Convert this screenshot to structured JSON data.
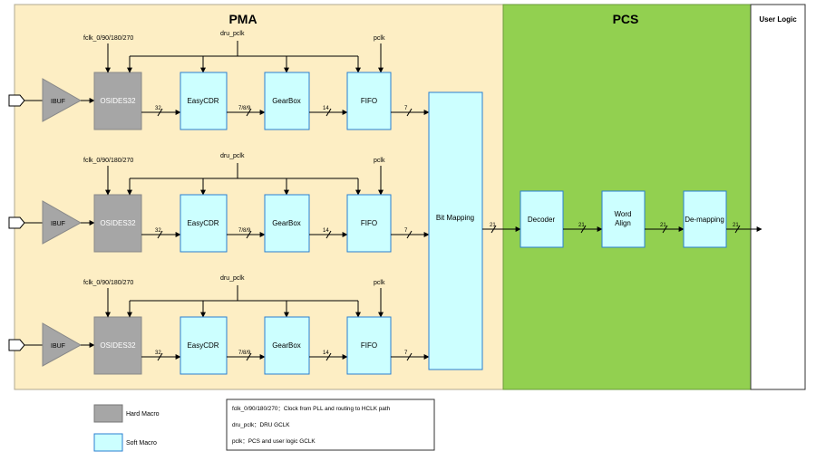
{
  "regions": {
    "pma_title": "PMA",
    "pcs_title": "PCS",
    "user_logic_title": "User Logic"
  },
  "colors": {
    "pma_bg": "#fdeec4",
    "pcs_bg": "#92d050",
    "hard_macro": "#a6a6a6",
    "soft_macro": "#ccffff",
    "soft_border": "#2a7fd0"
  },
  "lanes": [
    {
      "ibuf": "IBUF",
      "osides": "OSIDES32",
      "easycdr": "EasyCDR",
      "gearbox": "GearBox",
      "fifo": "FIFO",
      "fclk_label": "fclk_0/90/180/270",
      "dru_label": "dru_pclk",
      "pclk_label": "pclk",
      "bus_osides_cdr": "32",
      "bus_cdr_gear": "7/8/9",
      "bus_gear_fifo": "14",
      "bus_fifo_map": "7"
    },
    {
      "ibuf": "IBUF",
      "osides": "OSIDES32",
      "easycdr": "EasyCDR",
      "gearbox": "GearBox",
      "fifo": "FIFO",
      "fclk_label": "fclk_0/90/180/270",
      "dru_label": "dru_pclk",
      "pclk_label": "pclk",
      "bus_osides_cdr": "32",
      "bus_cdr_gear": "7/8/9",
      "bus_gear_fifo": "14",
      "bus_fifo_map": "7"
    },
    {
      "ibuf": "IBUF",
      "osides": "OSIDES32",
      "easycdr": "EasyCDR",
      "gearbox": "GearBox",
      "fifo": "FIFO",
      "fclk_label": "fclk_0/90/180/270",
      "dru_label": "dru_pclk",
      "pclk_label": "pclk",
      "bus_osides_cdr": "32",
      "bus_cdr_gear": "7/8/9",
      "bus_gear_fifo": "14",
      "bus_fifo_map": "7"
    }
  ],
  "bit_mapping": "Bit Mapping",
  "pcs": {
    "decoder": "Decoder",
    "word_align_1": "Word",
    "word_align_2": "Align",
    "demapping": "De-mapping",
    "bus_map_dec": "21",
    "bus_dec_wa": "21",
    "bus_wa_dem": "21",
    "bus_out": "21"
  },
  "legend": {
    "hard_macro": "Hard Macro",
    "soft_macro": "Soft Macro",
    "note_fclk": "fclk_0/90/180/270：Clock from PLL and routing to HCLK path",
    "note_dru": "dru_pclk：DRU GCLK",
    "note_pclk": "pclk：PCS and user logic GCLK"
  }
}
